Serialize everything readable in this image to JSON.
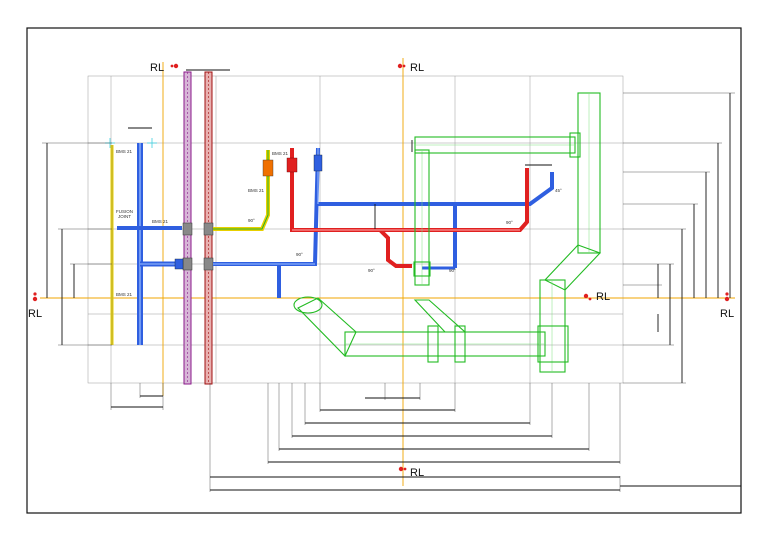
{
  "drawing": {
    "reference_mark": "RL",
    "pipe_labels": {
      "bms_a": "BMS 21",
      "bms_b": "BMS 21",
      "bms_c": "BMS 21",
      "bms_d": "BMS 21",
      "bms_e": "BMS 21",
      "fusion": "FUSION",
      "fusion_sub": "JOINT",
      "angle_a": "90°",
      "angle_b": "90°",
      "angle_c": "90°",
      "angle_d": "90°",
      "angle_e": "90°",
      "angle_45": "45°"
    },
    "colors": {
      "frame": "#111111",
      "centerline": "#f0a500",
      "blue_pipe": "#2f5fe0",
      "red_pipe": "#e02020",
      "green_pipe": "#22bb22",
      "yellow_pipe": "#e8d000",
      "wall_purple": "#8b1a8b",
      "wall_red": "#a01010"
    }
  }
}
